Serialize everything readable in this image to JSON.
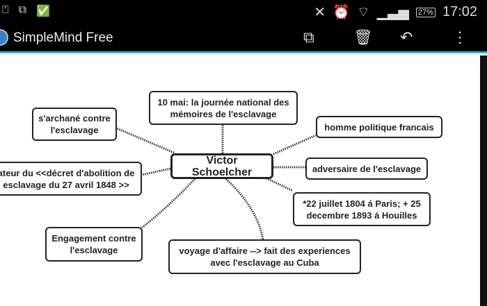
{
  "status_bar": {
    "time": "17:02",
    "battery": "27%"
  },
  "action_bar": {
    "title": "SimpleMind Free"
  },
  "mindmap": {
    "center": "Victor Schoelcher",
    "nodes": [
      "10 mai: la journée national des mémoires de l'esclavage",
      "s'archané contre l'esclavage",
      "homme politique francais",
      "adversaire de l'esclavage",
      "*22 juillet 1804 á Paris; + 25 decembre 1893 á Houilles",
      "ateur du <<décret d'abolition de esclavage du 27 avril 1848 >>",
      "Engagement contre l'esclavage",
      "voyage d'affaire --> fait des experiences avec l'esclavage au Cuba"
    ]
  }
}
